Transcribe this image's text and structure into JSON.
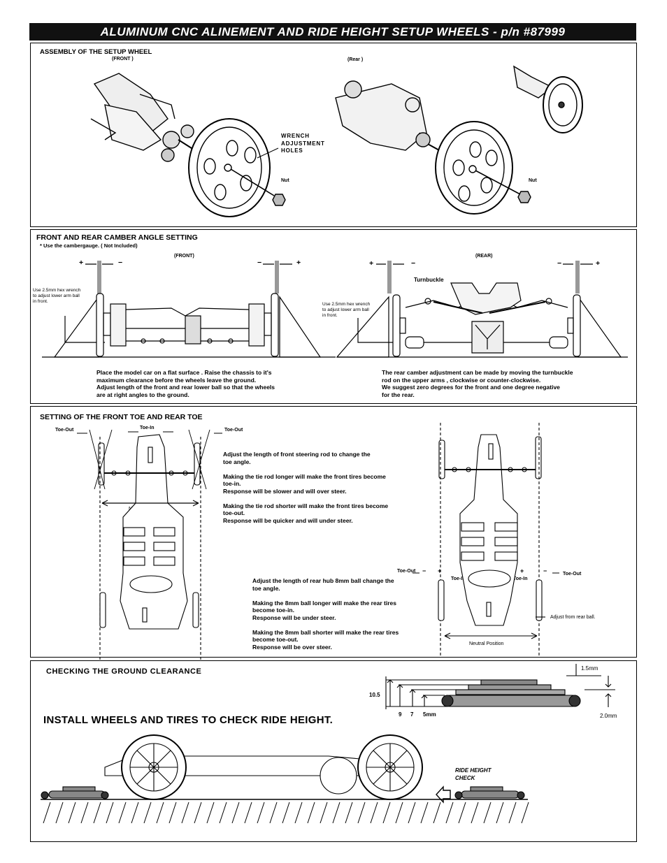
{
  "title": "ALUMINUM CNC ALINEMENT AND RIDE HEIGHT SETUP WHEELS - p/n  #87999",
  "assembly": {
    "heading": "ASSEMBLY OF THE SETUP WHEEL",
    "front_label": "(FRONT )",
    "rear_label": "(Rear )",
    "wrench_label": "WRENCH\nADJUSTMENT\nHOLES",
    "nut_label_1": "Nut",
    "nut_label_2": "Nut"
  },
  "camber": {
    "heading": "FRONT AND REAR CAMBER ANGLE SETTING",
    "note": "* Use the cambergauge. ( Not Included)",
    "front_label": "(FRONT)",
    "rear_label": "(REAR)",
    "plus": "+",
    "minus": "−",
    "front_hex_note": "Use 2.5mm hex wrench\nto adjust lower arm ball\nin front.",
    "rear_hex_note": "Use 2.5mm hex wrench\nto adjust lower arm ball\nin front.",
    "turnbuckle": "Turnbuckle",
    "front_text": "Place the model car on a flat surface . Raise the chassis to it's\nmaximum  clearance before the wheels leave the ground.\nAdjust length of the front and rear lower ball so that the wheels\nare at  right angles  to the ground.",
    "rear_text": "The rear camber  adjustment can be made by moving the turnbuckle\nrod on the upper arms , clockwise or counter-clockwise.\nWe suggest  zero degrees for the front  and  one degree  negative\nfor the rear."
  },
  "toe": {
    "heading": "SETTING OF THE FRONT TOE AND REAR TOE",
    "toe_out": "Toe-Out",
    "toe_in": "Toe-In",
    "neutral": "Neutral Position",
    "front_text": "Adjust  the  length of front steering  rod to change the\ntoe angle.\n\nMaking  the tie rod longer  will make the front tires become\ntoe-in.\nResponse will be slower and will over steer.\n\nMaking  the tie rod shorter will make  the front tires become\ntoe-out.\nResponse will be quicker and will under steer.",
    "rear_text": "Adjust  the  length of rear hub 8mm ball  change the\ntoe angle.\n\nMaking  the 8mm ball  longer  will make the rear tires\n become toe-in.\nResponse will be under steer.\n\nMaking  the 8mm ball  shorter will make  the rear tires\nbecome toe-out.\nResponse will be over steer.",
    "adjust_rear": "Adjust from rear ball."
  },
  "ground": {
    "heading": "CHECKING THE GROUND CLEARANCE",
    "install": "INSTALL WHEELS AND TIRES TO CHECK RIDE HEIGHT.",
    "dims": {
      "d105": "10.5",
      "d9": "9",
      "d7": "7",
      "d5": "5mm",
      "d15": "1.5mm",
      "d20": "2.0mm"
    },
    "ride_check": "RIDE HEIGHT\nCHECK"
  }
}
